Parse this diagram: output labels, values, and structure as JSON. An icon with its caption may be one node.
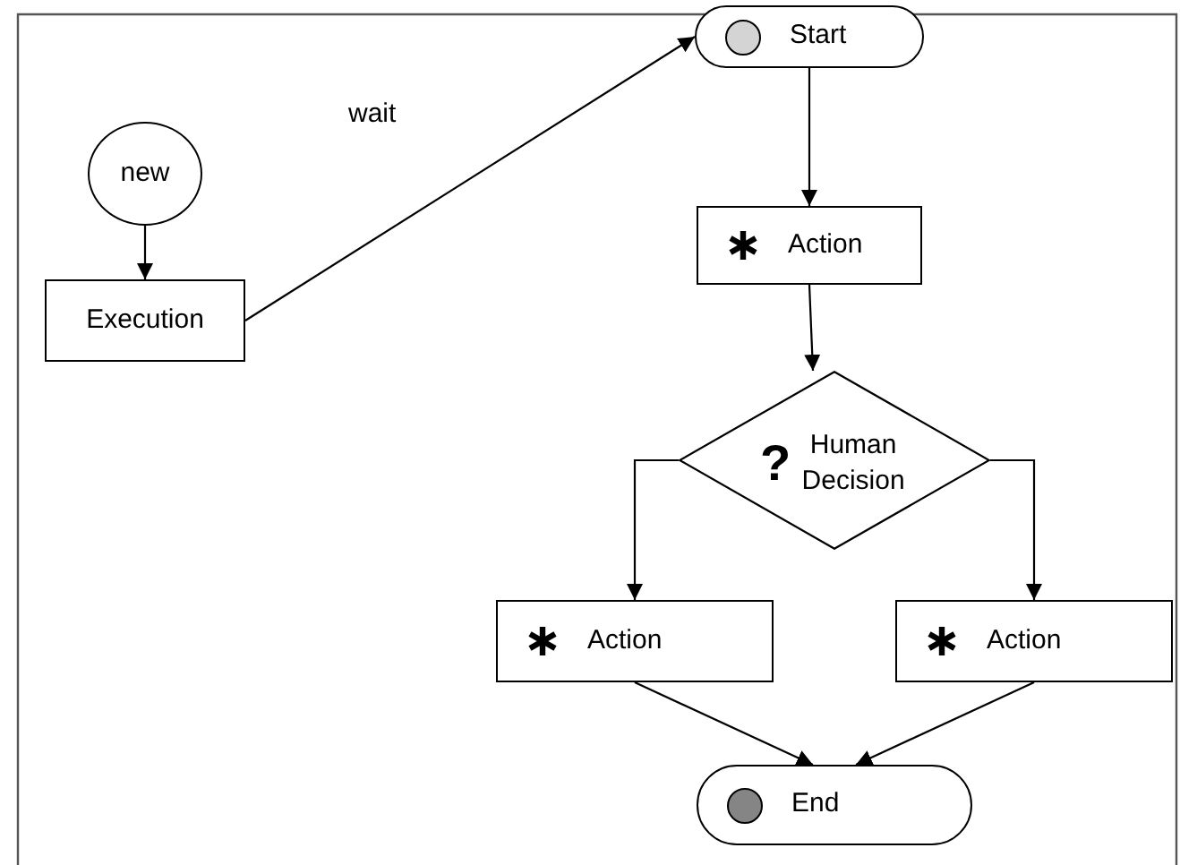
{
  "diagram": {
    "nodes": [
      {
        "text": [
          "new"
        ]
      },
      {
        "text": [
          "Execution"
        ]
      },
      {
        "text": [
          "Start"
        ]
      },
      {
        "text": [
          "Action"
        ]
      },
      {
        "text": [
          "?",
          "Human Decision"
        ]
      },
      {
        "text": [
          "Action"
        ]
      },
      {
        "text": [
          "Action"
        ]
      },
      {
        "text": [
          "End"
        ]
      }
    ],
    "edges": [
      {
        "from": 0,
        "to": 1,
        "arrow": "to"
      },
      {
        "from": 1,
        "to": 2,
        "arrow": "to",
        "label": "wait"
      },
      {
        "from": 2,
        "to": 3,
        "arrow": "to"
      },
      {
        "from": 3,
        "to": 4,
        "arrow": "to"
      },
      {
        "from": 4,
        "to": 5,
        "arrow": "to"
      },
      {
        "from": 4,
        "to": 6,
        "arrow": "to"
      },
      {
        "from": 5,
        "to": 7,
        "arrow": "to"
      },
      {
        "from": 6,
        "to": 7,
        "arrow": "to"
      }
    ]
  }
}
